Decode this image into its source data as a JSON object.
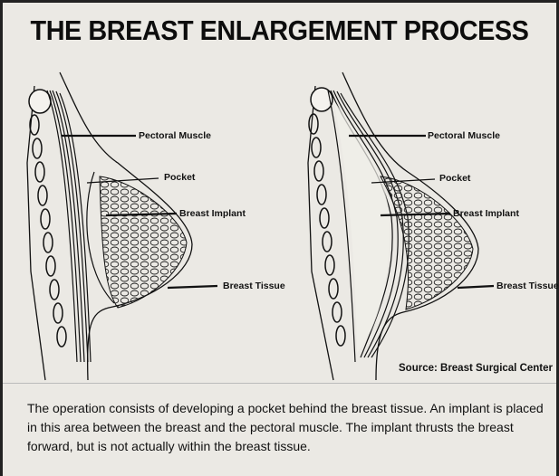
{
  "title": "THE BREAST ENLARGEMENT PROCESS",
  "left_diagram": {
    "labels": {
      "pectoral_muscle": "Pectoral Muscle",
      "pocket": "Pocket",
      "breast_implant": "Breast Implant",
      "breast_tissue": "Breast Tissue"
    }
  },
  "right_diagram": {
    "labels": {
      "pectoral_muscle": "Pectoral Muscle",
      "pocket": "Pocket",
      "breast_implant": "Breast Implant",
      "breast_tissue": "Breast Tissue"
    }
  },
  "source": "Source: Breast Surgical Center",
  "caption": "The operation consists of developing a pocket behind the breast tissue. An implant is placed in this area between the breast and the pectoral muscle. The implant thrusts the breast forward, but is not actually within the breast tissue."
}
